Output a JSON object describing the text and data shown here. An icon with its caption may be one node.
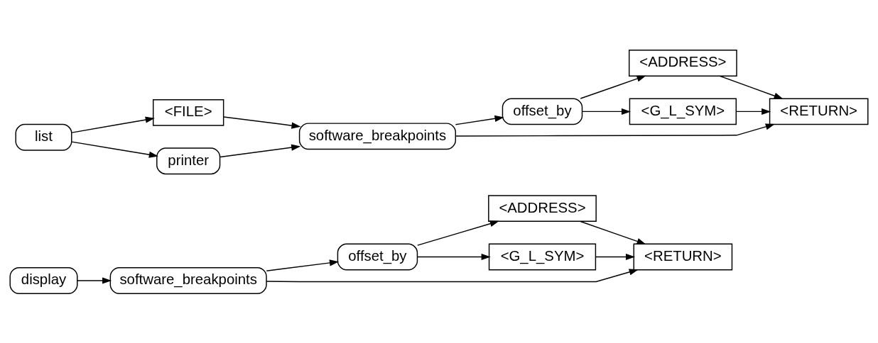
{
  "diagram": {
    "nodes": [
      {
        "text": [
          "display"
        ]
      },
      {
        "text": [
          "software_breakpoints"
        ]
      },
      {
        "text": [
          "offset_by"
        ]
      },
      {
        "text": [
          "<ADDRESS>"
        ]
      },
      {
        "text": [
          "<G_L_SYM>"
        ]
      },
      {
        "text": [
          "<RETURN>"
        ]
      },
      {
        "text": [
          "list"
        ]
      },
      {
        "text": [
          "<FILE>"
        ]
      },
      {
        "text": [
          "printer"
        ]
      },
      {
        "text": [
          "software_breakpoints"
        ]
      },
      {
        "text": [
          "offset_by"
        ]
      },
      {
        "text": [
          "<ADDRESS>"
        ]
      },
      {
        "text": [
          "<G_L_SYM>"
        ]
      },
      {
        "text": [
          "<RETURN>"
        ]
      }
    ],
    "edges": [
      {
        "from": 0,
        "to": 1,
        "arrow": "to"
      },
      {
        "from": 1,
        "to": 5,
        "arrow": "to"
      },
      {
        "from": 1,
        "to": 2,
        "arrow": "to"
      },
      {
        "from": 2,
        "to": 3,
        "arrow": "to"
      },
      {
        "from": 2,
        "to": 4,
        "arrow": "to"
      },
      {
        "from": 3,
        "to": 5,
        "arrow": "to"
      },
      {
        "from": 4,
        "to": 5,
        "arrow": "to"
      },
      {
        "from": 6,
        "to": 7,
        "arrow": "to"
      },
      {
        "from": 6,
        "to": 8,
        "arrow": "to"
      },
      {
        "from": 7,
        "to": 9,
        "arrow": "to"
      },
      {
        "from": 8,
        "to": 9,
        "arrow": "to"
      },
      {
        "from": 9,
        "to": 13,
        "arrow": "to"
      },
      {
        "from": 9,
        "to": 10,
        "arrow": "to"
      },
      {
        "from": 10,
        "to": 11,
        "arrow": "to"
      },
      {
        "from": 10,
        "to": 12,
        "arrow": "to"
      },
      {
        "from": 11,
        "to": 13,
        "arrow": "to"
      },
      {
        "from": 12,
        "to": 13,
        "arrow": "to"
      }
    ]
  }
}
